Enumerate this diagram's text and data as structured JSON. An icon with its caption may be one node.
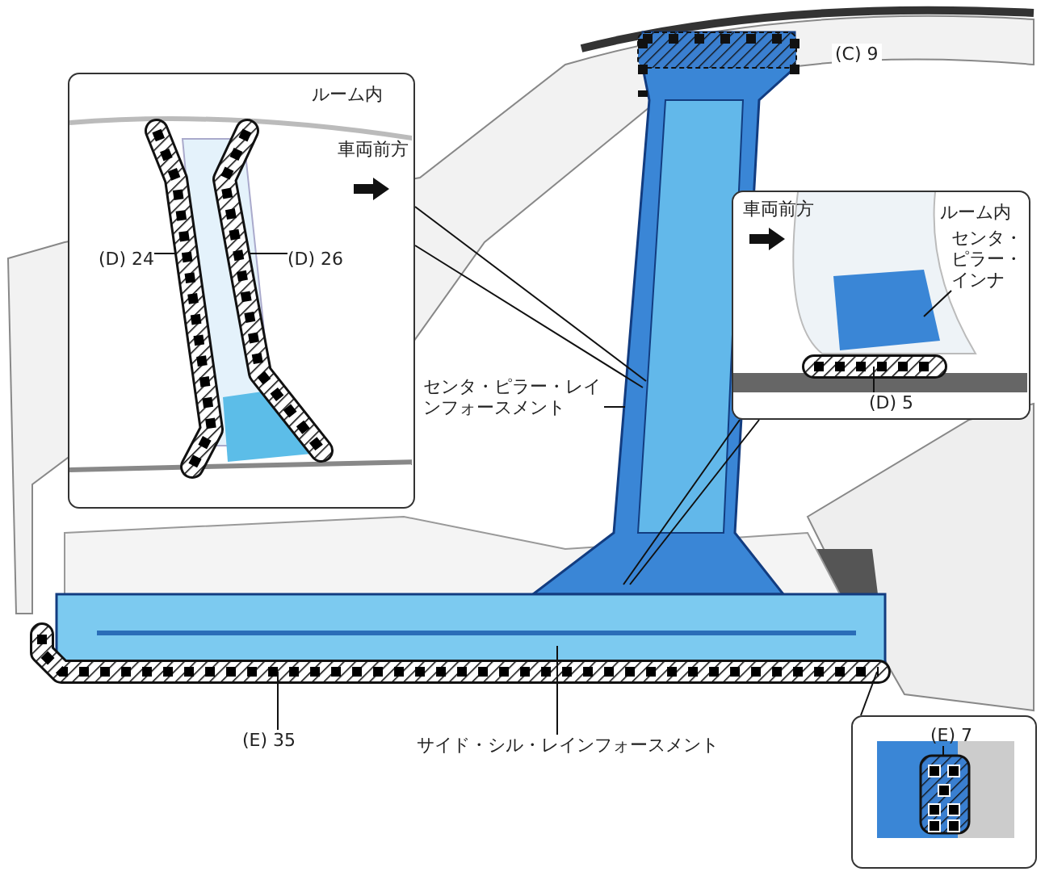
{
  "diagram": {
    "nodes": [
      {
        "text": [
          "ルーム内",
          "車両前方"
        ]
      },
      {
        "text": [
          "(D) 24"
        ],
        "in": 0
      },
      {
        "text": [
          "(D) 26"
        ],
        "in": 0
      },
      {
        "text": [],
        "shape": "box",
        "in": 0
      },
      {
        "text": [],
        "shape": "box",
        "in": 0
      },
      {
        "text": [
          "センタ・ピラー・レインフォースメント"
        ]
      },
      {
        "text": [
          "車両前方",
          "ルーム内"
        ]
      },
      {
        "text": [
          "センタ・ピラー・インナ"
        ],
        "in": 6
      },
      {
        "text": [
          "(D) 5"
        ],
        "in": 6
      },
      {
        "text": [],
        "shape": "box",
        "in": 6
      },
      {
        "text": [
          "(E) 35"
        ]
      },
      {
        "text": [],
        "shape": "box"
      },
      {
        "text": [
          "サイド・シル・レインフォースメント"
        ]
      },
      {
        "text": [],
        "shape": "box"
      },
      {
        "text": [
          "(E) 7"
        ],
        "in": 13
      },
      {
        "text": [],
        "shape": "box",
        "in": 13
      },
      {
        "text": [],
        "shape": "picture"
      },
      {
        "text": [],
        "shape": "picture"
      }
    ],
    "edges": [
      {
        "from": 1,
        "to": 3,
        "arrow": "none"
      },
      {
        "from": 2,
        "to": 4,
        "arrow": "none"
      },
      {
        "from": 5,
        "to": 16,
        "arrow": "none"
      },
      {
        "from": 7,
        "to": null,
        "arrow": "none"
      },
      {
        "from": 8,
        "to": 9,
        "arrow": "none"
      },
      {
        "from": 10,
        "to": 11,
        "arrow": "none"
      },
      {
        "from": 12,
        "to": 17,
        "arrow": "none"
      },
      {
        "from": 14,
        "to": 15,
        "arrow": "none"
      },
      {
        "from": 0,
        "to": 16,
        "arrow": "none"
      },
      {
        "from": 6,
        "to": 16,
        "arrow": "none"
      },
      {
        "from": 13,
        "to": 11,
        "arrow": "none"
      }
    ],
    "labels": [
      "(C) 9"
    ]
  }
}
